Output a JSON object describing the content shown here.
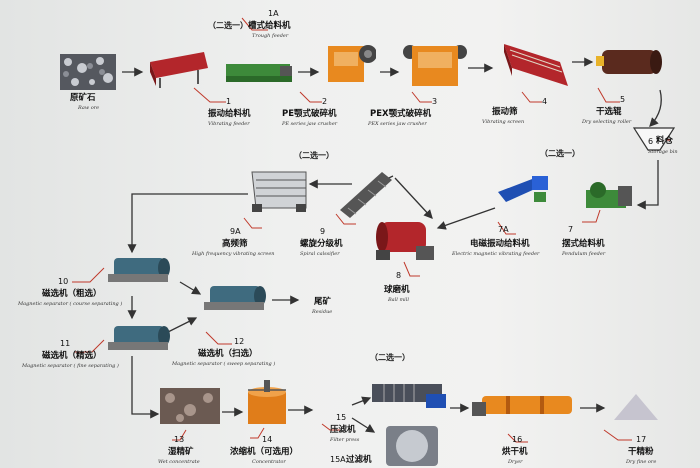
{
  "choose_one": "（二选一）",
  "nodes": {
    "raw_ore": {
      "cn": "原矿石",
      "en": "Raw ore"
    },
    "trough_feeder": {
      "num": "1A",
      "cn": "槽式给料机",
      "en": "Trough feeder"
    },
    "vibrating_feeder": {
      "num": "1",
      "cn": "振动给料机",
      "en": "Vibrating feeder"
    },
    "pe_crusher": {
      "num": "2",
      "cn": "PE颚式破碎机",
      "en": "PE series jaw crusher"
    },
    "pex_crusher": {
      "num": "3",
      "cn": "PEX颚式破碎机",
      "en": "PEX series jaw crusher"
    },
    "vibrating_screen": {
      "num": "4",
      "cn": "振动筛",
      "en": "Vibrating screen"
    },
    "dry_roller": {
      "num": "5",
      "cn": "干选辊",
      "en": "Dry selecting roller"
    },
    "storage_bin": {
      "num": "6",
      "cn": "料仓",
      "en": "Storage bin"
    },
    "pendulum_feeder": {
      "num": "7",
      "cn": "摆式给料机",
      "en": "Pendulum feeder"
    },
    "electromagnetic_feeder": {
      "num": "7A",
      "cn": "电磁振动给料机",
      "en": "Electric magnetic vibrating feeder"
    },
    "ball_mill": {
      "num": "8",
      "cn": "球磨机",
      "en": "Ball mill"
    },
    "spiral_classifier": {
      "num": "9",
      "cn": "螺旋分级机",
      "en": "Spiral calssifier"
    },
    "hf_screen": {
      "num": "9A",
      "cn": "高频筛",
      "en": "High frequency vibrating screen"
    },
    "mag_coarse": {
      "num": "10",
      "cn": "磁选机（粗选）",
      "en": "Magnetic separator ( course separating )"
    },
    "mag_fine": {
      "num": "11",
      "cn": "磁选机（精选）",
      "en": "Magnetic separator ( fine separating )"
    },
    "mag_sweep": {
      "num": "12",
      "cn": "磁选机（扫选）",
      "en": "Magnetic separator ( sweep separating )"
    },
    "residue": {
      "cn": "尾矿",
      "en": "Residue"
    },
    "wet_concentrate": {
      "num": "13",
      "cn": "湿精矿",
      "en": "Wet concentrate"
    },
    "concentrator": {
      "num": "14",
      "cn": "浓缩机（可选用）",
      "en": "Concentrator"
    },
    "filter_press": {
      "num": "15",
      "cn": "压滤机",
      "en": "Filter press"
    },
    "filter_15a": {
      "num": "15A",
      "cn": "过滤机"
    },
    "dryer": {
      "num": "16",
      "cn": "烘干机",
      "en": "Dryer"
    },
    "fine_ore": {
      "num": "17",
      "cn": "干精粉",
      "en": "Dry fine ore"
    }
  },
  "colors": {
    "arrow": "#333333",
    "leader": "#c0392b",
    "orange": "#e8891f",
    "red": "#b3262b",
    "green": "#3d8a3a"
  }
}
